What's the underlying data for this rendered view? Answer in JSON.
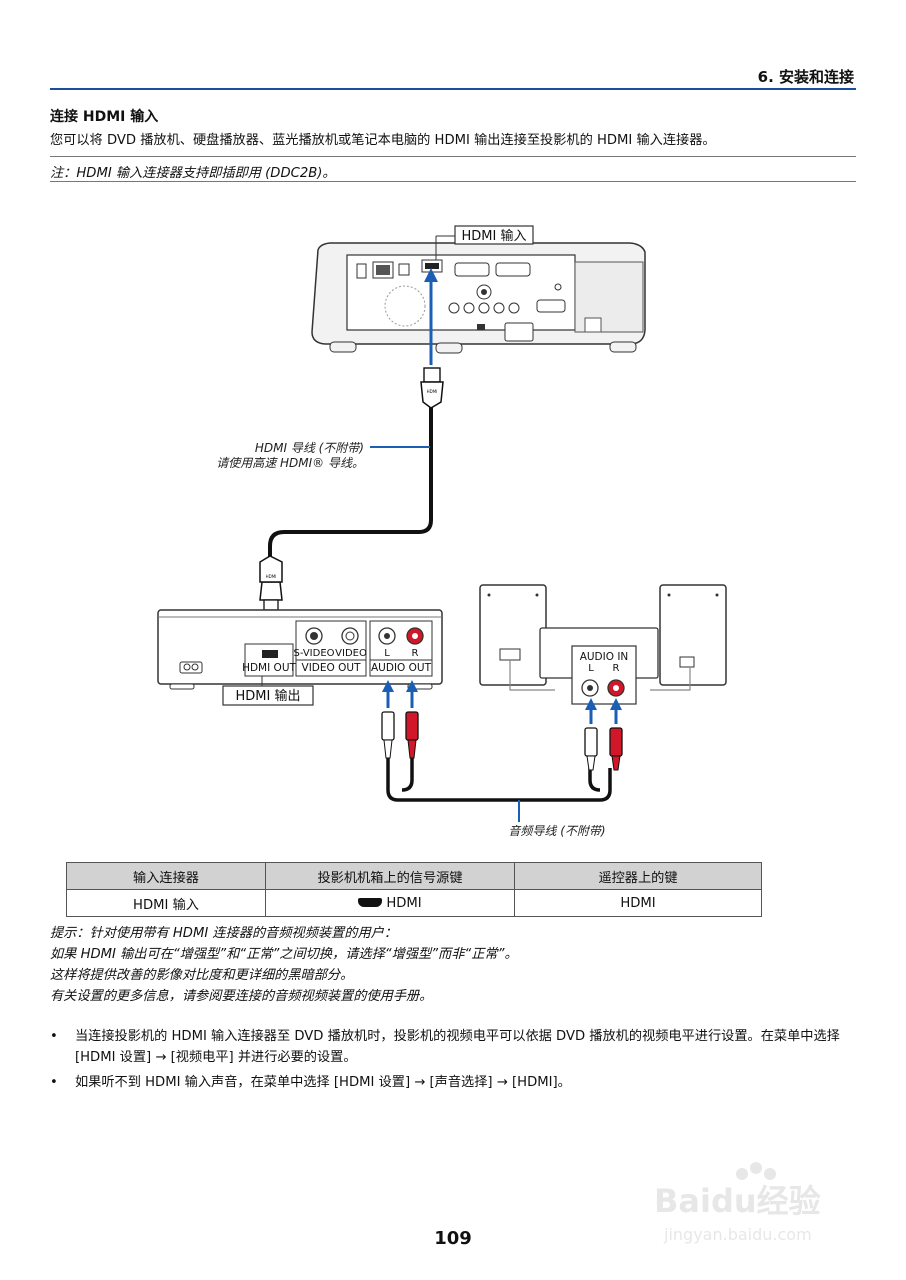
{
  "header": {
    "chapter": "6. 安装和连接"
  },
  "section": {
    "title": "连接 HDMI 输入",
    "intro": "您可以将 DVD 播放机、硬盘播放器、蓝光播放机或笔记本电脑的 HDMI 输出连接至投影机的 HDMI 输入连接器。",
    "note": "注：HDMI 输入连接器支持即插即用 (DDC2B)。"
  },
  "diagram": {
    "hdmi_in_label": "HDMI 输入",
    "hdmi_out_label": "HDMI 输出",
    "hdmi_cable_caption_1": "HDMI 导线 (不附带)",
    "hdmi_cable_caption_2": "请使用高速 HDMI® 导线。",
    "audio_cable_caption": "音频导线 (不附带)",
    "dvd_port_hdmi_out": "HDMI OUT",
    "dvd_port_svideo": "S-VIDEO",
    "dvd_port_video": "VIDEO",
    "dvd_port_video_out": "VIDEO OUT",
    "dvd_port_l": "L",
    "dvd_port_r": "R",
    "dvd_port_audio_out": "AUDIO OUT",
    "speaker_audio_in": "AUDIO IN",
    "speaker_l": "L",
    "speaker_r": "R",
    "plug_text": "HDMI"
  },
  "table": {
    "headers": [
      "输入连接器",
      "投影机机箱上的信号源键",
      "遥控器上的键"
    ],
    "row": [
      "HDMI 输入",
      "HDMI",
      "HDMI"
    ]
  },
  "tip": [
    "提示：针对使用带有 HDMI 连接器的音频视频装置的用户：",
    "如果 HDMI 输出可在“增强型”和“正常”之间切换，请选择“增强型”而非“正常”。",
    "这样将提供改善的影像对比度和更详细的黑暗部分。",
    "有关设置的更多信息，请参阅要连接的音频视频装置的使用手册。"
  ],
  "bullets": [
    "当连接投影机的 HDMI 输入连接器至 DVD 播放机时，投影机的视频电平可以依据 DVD 播放机的视频电平进行设置。在菜单中选择 [HDMI 设置] → [视频电平] 并进行必要的设置。",
    "如果听不到 HDMI 输入声音，在菜单中选择 [HDMI 设置] → [声音选择] → [HDMI]。"
  ],
  "page_number": "109",
  "watermark": {
    "brand": "Baidu经验",
    "url": "jingyan.baidu.com"
  },
  "colors": {
    "accent_blue": "#1a5fb4",
    "red_plug": "#d3172a"
  }
}
